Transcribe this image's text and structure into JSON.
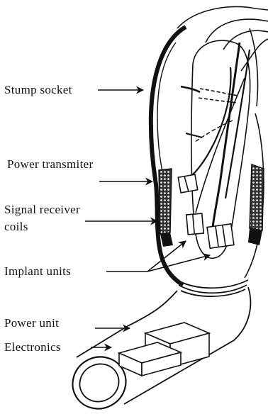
{
  "labels": {
    "stump_socket": "Stump socket",
    "power_transmitter": "Power transmiter",
    "signal_receiver_line1": "Signal receiver",
    "signal_receiver_line2": "coils",
    "implant_units": "Implant units",
    "power_unit": "Power unit",
    "electronics": "Electronics"
  },
  "colors": {
    "ink": "#111111",
    "background": "#ffffff"
  }
}
